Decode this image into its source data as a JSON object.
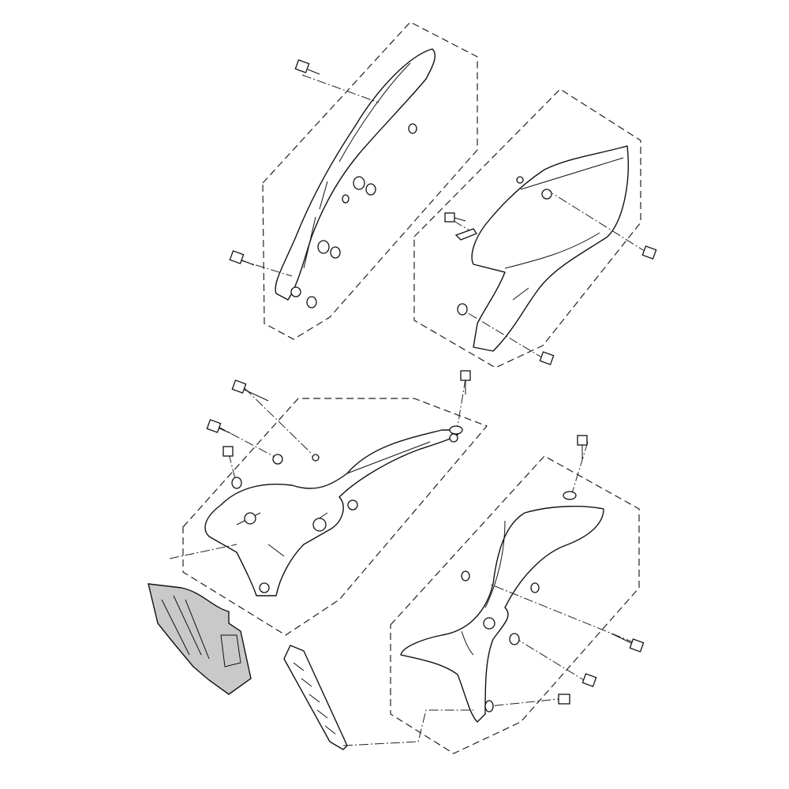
{
  "diagram": {
    "colors": {
      "line": "#111111",
      "background": "#ffffff",
      "highlighted_part": "#c9c9c9"
    },
    "groups": [
      {
        "name": "upper-left-cover-group",
        "parts": [
          "side-cover-panel-icon",
          "bolt-icon",
          "bolt-icon",
          "collar-icon",
          "grommet-icon",
          "washer-icon"
        ]
      },
      {
        "name": "upper-right-cover-group",
        "parts": [
          "side-panel-icon",
          "bolt-icon",
          "bolt-icon",
          "bolt-icon",
          "clip-icon",
          "grommet-icon"
        ]
      },
      {
        "name": "middle-bracket-group",
        "parts": [
          "bracket-icon",
          "bolt-icon",
          "bolt-icon",
          "bolt-icon",
          "bolt-icon",
          "collar-icon",
          "grommet-icon"
        ]
      },
      {
        "name": "lower-right-shroud-group",
        "parts": [
          "shroud-icon",
          "bolt-icon",
          "bolt-icon",
          "bolt-icon",
          "bolt-icon",
          "collar-icon",
          "grommet-icon"
        ]
      },
      {
        "name": "loose-parts",
        "parts": [
          "radiator-guard-grey-icon",
          "radiator-louver-icon"
        ]
      }
    ]
  }
}
